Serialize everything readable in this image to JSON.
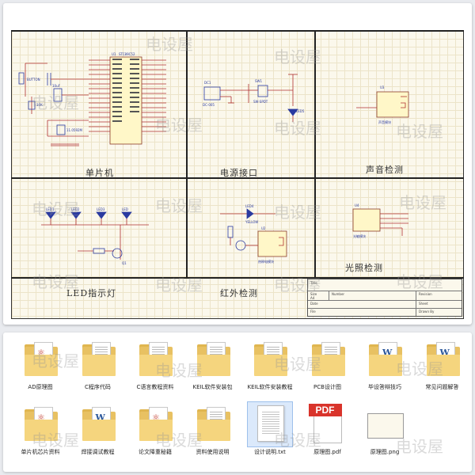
{
  "watermark": "电设屋",
  "schematic": {
    "panels": [
      {
        "id": "mcu",
        "label": "单片机"
      },
      {
        "id": "power",
        "label": "电源接口"
      },
      {
        "id": "sound",
        "label": "声音检测"
      },
      {
        "id": "led",
        "label": "LED指示灯"
      },
      {
        "id": "ir",
        "label": "红外检测"
      },
      {
        "id": "light",
        "label": "光照检测"
      }
    ],
    "component_text": {
      "mcu_chip": "STC89C52",
      "mcu_ref": "U1",
      "button": "BUTTON",
      "cap": "10uF",
      "res": "10K",
      "crystal": "11.0592M",
      "power_ref": "DC1",
      "power_part": "DC-005",
      "switch_ref": "SW1",
      "switch_part": "SW-SPDT",
      "power_led": "LED5",
      "sound_ref": "U3",
      "sound_part": "声音模块",
      "light_ref": "U4",
      "light_part": "光敏模块",
      "ir_ref": "U2",
      "ir_part": "热释电模块",
      "ir_led": "LED4",
      "ir_led_color": "YELLOW",
      "transistor": "Q1",
      "leds": [
        "LED1",
        "LED2",
        "LED3",
        "LED"
      ]
    },
    "title_block": {
      "title": "Title",
      "size": "Size",
      "size_val": "A4",
      "number": "Number",
      "revision": "Revision",
      "date": "Date",
      "file": "File",
      "sheet": "Sheet",
      "drawn_by": "Drawn By"
    }
  },
  "files": [
    {
      "label": "AD原理图",
      "type": "folder-pdf",
      "selected": false
    },
    {
      "label": "C程序代码",
      "type": "folder-doc",
      "selected": false
    },
    {
      "label": "C语言教程资料",
      "type": "folder-doc",
      "selected": false
    },
    {
      "label": "KEIL软件安装包",
      "type": "folder-doc",
      "selected": false
    },
    {
      "label": "KEIL软件安装教程",
      "type": "folder-doc",
      "selected": false
    },
    {
      "label": "PCB设计图",
      "type": "folder-doc",
      "selected": false
    },
    {
      "label": "毕设答辩技巧",
      "type": "folder-word",
      "selected": false
    },
    {
      "label": "常见问题解答",
      "type": "folder-word",
      "selected": false
    },
    {
      "label": "单片机芯片资料",
      "type": "folder-pdf",
      "selected": false
    },
    {
      "label": "焊接调试教程",
      "type": "folder-word",
      "selected": false
    },
    {
      "label": "论文降重秘籍",
      "type": "folder-pdf",
      "selected": false
    },
    {
      "label": "资料使用说明",
      "type": "folder-doc",
      "selected": false
    },
    {
      "label": "设计说明.txt",
      "type": "txt",
      "selected": true
    },
    {
      "label": "原理图.pdf",
      "type": "pdf",
      "selected": false
    },
    {
      "label": "原理图.png",
      "type": "png",
      "selected": false
    }
  ]
}
